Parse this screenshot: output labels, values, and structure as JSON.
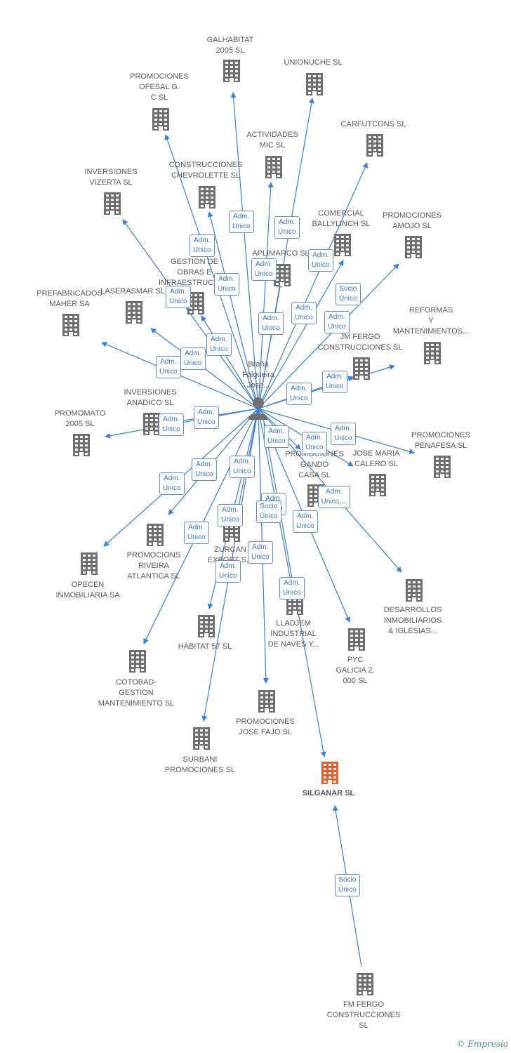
{
  "center": {
    "label": "Braña\nFolgueira\nJose..."
  },
  "target": {
    "label": "SILGANAR SL"
  },
  "nodes": [
    {
      "id": "galhabitat",
      "label": "GALHABITAT\n2005 SL"
    },
    {
      "id": "unionuche",
      "label": "UNIONUCHE SL"
    },
    {
      "id": "ofesal",
      "label": "PROMOCIONES\nOFESAL G.\nC SL"
    },
    {
      "id": "carfutcons",
      "label": "CARFUTCONS SL"
    },
    {
      "id": "actividades",
      "label": "ACTIVIDADES\nMIC SL"
    },
    {
      "id": "chevrolette",
      "label": "CONSTRUCCIONES\nCHEVROLETTE SL"
    },
    {
      "id": "vizerta",
      "label": "INVERSIONES\nVIZERTA SL"
    },
    {
      "id": "ballylinch",
      "label": "COMERCIAL\nBALLYLINCH SL"
    },
    {
      "id": "amojo",
      "label": "PROMOCIONES\nAMOJO SL"
    },
    {
      "id": "aplimarco",
      "label": "APLIMARCO SL"
    },
    {
      "id": "gestion",
      "label": "GESTION DE\nOBRAS E\nINFRAESTRUCTU..."
    },
    {
      "id": "laserasmar",
      "label": "LASERASMAR SL"
    },
    {
      "id": "maher",
      "label": "PREFABRICADOS\nMAHER SA"
    },
    {
      "id": "reformas",
      "label": "REFORMAS\nY\nMANTENIMIENTOS..."
    },
    {
      "id": "jmfergo",
      "label": "JM FERGO\nCONSTRUCCIONES SL"
    },
    {
      "id": "anadico",
      "label": "INVERSIONES\nANADICO SL"
    },
    {
      "id": "promomato",
      "label": "PROMOMATO\n2005 SL"
    },
    {
      "id": "penafesa",
      "label": "PROMOCIONES\nPENAFESA SL"
    },
    {
      "id": "gando",
      "label": "PROMOCIONES\nGANDO\nCASA SL"
    },
    {
      "id": "calero",
      "label": "JOSE MARIA\nCALERO SL"
    },
    {
      "id": "riveira",
      "label": "PROMOCIONS\nRIVEIRA\nATLANTICA SL"
    },
    {
      "id": "opecen",
      "label": "OPECEN\nINMOBILIARIA SA"
    },
    {
      "id": "zurcan",
      "label": "ZURCAN\nEXPORT S..."
    },
    {
      "id": "desarrollos",
      "label": "DESARROLLOS\nINMOBILIARIOS\n& IGLESIAS..."
    },
    {
      "id": "habitat57",
      "label": "HABITAT 57 SL"
    },
    {
      "id": "lladjem",
      "label": "LLADJEM\nINDUSTRIAL\nDE NAVES Y..."
    },
    {
      "id": "pyc",
      "label": "PYC\nGALICIA 2.\n000 SL"
    },
    {
      "id": "cotobad",
      "label": "COTOBAD-\nGESTION\nMANTENIMIENTO SL"
    },
    {
      "id": "josefajo",
      "label": "PROMOCIONES\nJOSE FAJO SL"
    },
    {
      "id": "surbani",
      "label": "SURBANI\nPROMOCIONES SL"
    },
    {
      "id": "fmfergo",
      "label": "FM FERGO\nCONSTRUCCIONES\nSL"
    }
  ],
  "roles": [
    {
      "id": "r1",
      "label": "Adm.\nUnico"
    },
    {
      "id": "r2",
      "label": "Adm.\nUnico"
    },
    {
      "id": "r3",
      "label": "Adm.\nUnico"
    },
    {
      "id": "r4",
      "label": "Adm.\nUnico"
    },
    {
      "id": "r5",
      "label": "Adm.\nUnico"
    },
    {
      "id": "r6",
      "label": "Adm.\nUnico"
    },
    {
      "id": "r7",
      "label": "Socio\nÚnico"
    },
    {
      "id": "r8",
      "label": "Adm.\nUnico"
    },
    {
      "id": "r9",
      "label": "Adm.\nUnico"
    },
    {
      "id": "r10",
      "label": "Adm.\nUnico"
    },
    {
      "id": "r11",
      "label": "Adm.\nUnico"
    },
    {
      "id": "r12",
      "label": "Adm.\nUnico"
    },
    {
      "id": "r13",
      "label": "Adm.\nUnico"
    },
    {
      "id": "r14",
      "label": "Adm.\nUnico"
    },
    {
      "id": "r15",
      "label": "Adm.\nUnico"
    },
    {
      "id": "r16",
      "label": "Adm.\nUnico"
    },
    {
      "id": "r17",
      "label": "Adm.\nUnico"
    },
    {
      "id": "r18",
      "label": "Adm.\nUnico"
    },
    {
      "id": "r19",
      "label": "Adm.\nUnico"
    },
    {
      "id": "r20",
      "label": "Adm.\nUnico"
    },
    {
      "id": "r21",
      "label": "Adm.\nUnico"
    },
    {
      "id": "r22",
      "label": "Adm.\nUnico"
    },
    {
      "id": "r23",
      "label": "Adm.\nUnico"
    },
    {
      "id": "r24",
      "label": "Adm.\nUnico"
    },
    {
      "id": "r25",
      "label": "Adm.\nUnico,..."
    },
    {
      "id": "r26",
      "label": "Adm.\nUnico"
    },
    {
      "id": "r27",
      "label": "Adm.\nUnico"
    },
    {
      "id": "r28",
      "label": "Adm.\nUnico"
    },
    {
      "id": "r29",
      "label": "Socio\nÚnico"
    },
    {
      "id": "r30",
      "label": "Adm.\nUnico"
    },
    {
      "id": "r31",
      "label": "Adm.\nUnico"
    },
    {
      "id": "r32",
      "label": "Adm.\nUnico"
    },
    {
      "id": "r33",
      "label": "Adm.\nUnico"
    },
    {
      "id": "r34",
      "label": "Adm.\nUnico"
    },
    {
      "id": "r35",
      "label": "Socio\nÚnico"
    }
  ],
  "colors": {
    "edge": "#3b7fd9",
    "building": "#707070",
    "target": "#f05a28",
    "role_text": "#3b78c8"
  },
  "watermark": {
    "symbol": "©",
    "text": "Empresia"
  }
}
